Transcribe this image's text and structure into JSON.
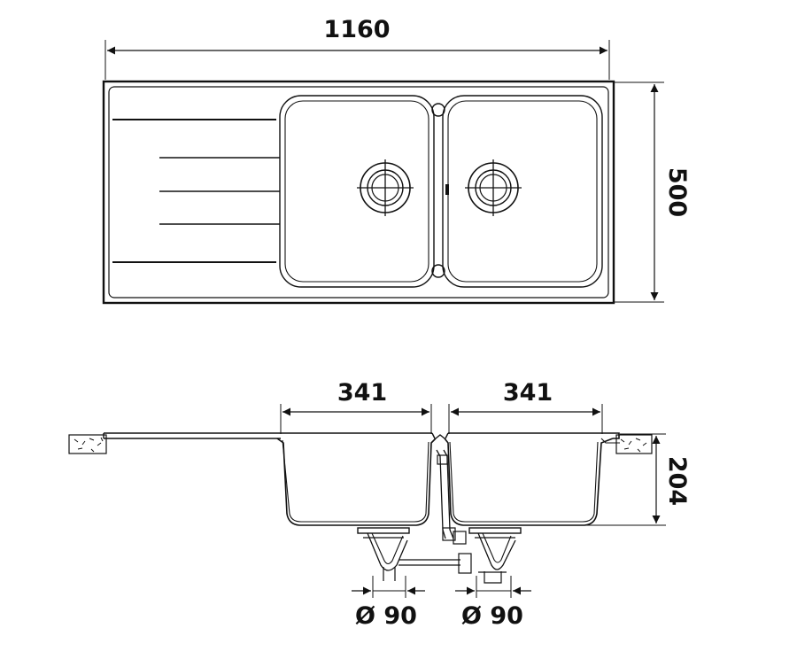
{
  "top_view": {
    "width_label": "1160",
    "depth_label": "500"
  },
  "section_view": {
    "bowl_left_width_label": "341",
    "bowl_right_width_label": "341",
    "bowl_depth_label": "204",
    "waste_left_label": "Ø 90",
    "waste_right_label": "Ø 90"
  }
}
